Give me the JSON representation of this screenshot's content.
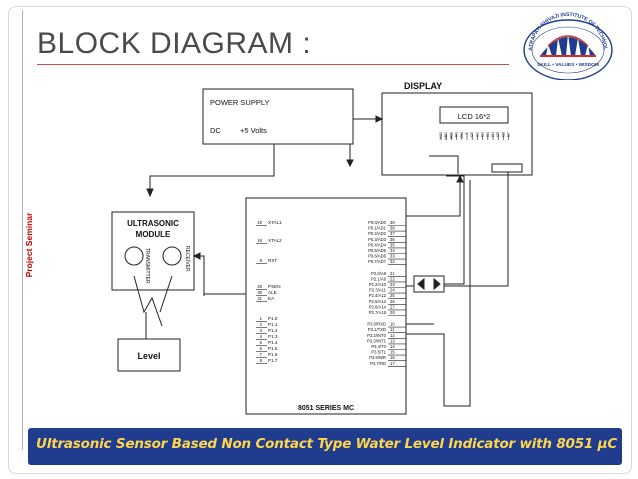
{
  "slide": {
    "title": "BLOCK DIAGRAM :",
    "side_label": "Project Seminar",
    "footer": "Ultrasonic  Sensor Based Non Contact Type Water Level Indicator with 8051 µC"
  },
  "logo": {
    "ring_text": "CHHATRAPATI SHIVAJI INSTITUTE OF TECHNOLOGY",
    "motto": "SKILL • VALUES • WISDOM",
    "colors": {
      "primary": "#1f3c8f",
      "accent": "#d42b2b"
    }
  },
  "diagram": {
    "display": {
      "label": "DISPLAY",
      "lcd": "LCD 16*2",
      "pins": [
        "VSS",
        "VDD",
        "VEE",
        "RS",
        "RW",
        "E",
        "D0",
        "D1",
        "D2",
        "D3",
        "D4",
        "D5",
        "D6",
        "D7"
      ]
    },
    "power_supply": {
      "label": "POWER SUPPLY",
      "dc": "DC",
      "voltage": "+5 Volts"
    },
    "ultrasonic": {
      "line1": "ULTRASONIC",
      "line2": "MODULE",
      "transmitter": "TRANSMITTER",
      "receiver": "RECEIVER"
    },
    "level": {
      "label": "Level"
    },
    "mcu": {
      "label": "8051 SERIES MC",
      "left_pins": [
        {
          "num": "19",
          "name": "XTAL1"
        },
        {
          "num": "18",
          "name": "XTAL2"
        },
        {
          "num": "9",
          "name": "RST"
        },
        {
          "num": "29",
          "name": "PSEN"
        },
        {
          "num": "30",
          "name": "ALE"
        },
        {
          "num": "31",
          "name": "EA"
        },
        {
          "num": "1",
          "name": "P1.0"
        },
        {
          "num": "2",
          "name": "P1.1"
        },
        {
          "num": "3",
          "name": "P1.2"
        },
        {
          "num": "4",
          "name": "P1.3"
        },
        {
          "num": "5",
          "name": "P1.4"
        },
        {
          "num": "6",
          "name": "P1.5"
        },
        {
          "num": "7",
          "name": "P1.6"
        },
        {
          "num": "8",
          "name": "P1.7"
        }
      ],
      "right_pins": [
        {
          "num": "39",
          "name": "P0.0/AD0"
        },
        {
          "num": "38",
          "name": "P0.1/AD1"
        },
        {
          "num": "37",
          "name": "P0.2/AD2"
        },
        {
          "num": "36",
          "name": "P0.3/AD3"
        },
        {
          "num": "35",
          "name": "P0.4/AD4"
        },
        {
          "num": "34",
          "name": "P0.5/AD5"
        },
        {
          "num": "33",
          "name": "P0.6/AD6"
        },
        {
          "num": "32",
          "name": "P0.7/AD7"
        },
        {
          "num": "21",
          "name": "P2.0/A8"
        },
        {
          "num": "22",
          "name": "P2.1/A9"
        },
        {
          "num": "23",
          "name": "P2.2/A10"
        },
        {
          "num": "24",
          "name": "P2.3/A11"
        },
        {
          "num": "25",
          "name": "P2.4/A12"
        },
        {
          "num": "26",
          "name": "P2.5/A13"
        },
        {
          "num": "27",
          "name": "P2.6/A14"
        },
        {
          "num": "28",
          "name": "P2.7/A15"
        },
        {
          "num": "10",
          "name": "P3.0/RXD"
        },
        {
          "num": "11",
          "name": "P3.1/TXD"
        },
        {
          "num": "12",
          "name": "P3.2/INT0"
        },
        {
          "num": "13",
          "name": "P3.3/INT1"
        },
        {
          "num": "14",
          "name": "P3.4/T0"
        },
        {
          "num": "15",
          "name": "P3.5/T1"
        },
        {
          "num": "16",
          "name": "P3.6/WR"
        },
        {
          "num": "17",
          "name": "P3.7/RD"
        }
      ]
    }
  }
}
